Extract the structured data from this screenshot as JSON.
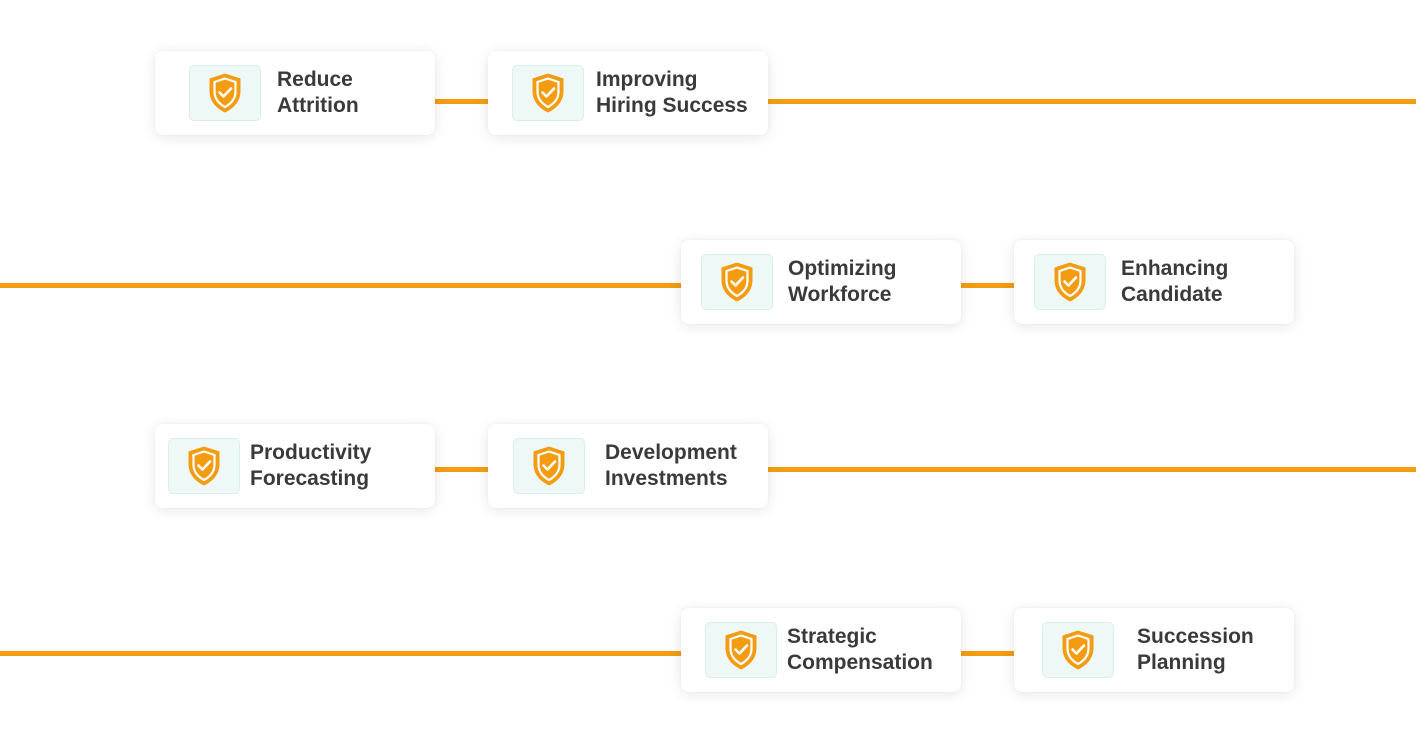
{
  "accent_color": "#f39c12",
  "icon": "shield-check-icon",
  "rows": [
    {
      "cards": [
        {
          "line1": "Reduce",
          "line2": "Attrition"
        },
        {
          "line1": "Improving",
          "line2": "Hiring Success"
        }
      ]
    },
    {
      "cards": [
        {
          "line1": "Optimizing",
          "line2": "Workforce"
        },
        {
          "line1": "Enhancing",
          "line2": "Candidate"
        }
      ]
    },
    {
      "cards": [
        {
          "line1": "Productivity",
          "line2": "Forecasting"
        },
        {
          "line1": "Development",
          "line2": "Investments"
        }
      ]
    },
    {
      "cards": [
        {
          "line1": "Strategic",
          "line2": "Compensation"
        },
        {
          "line1": "Succession",
          "line2": "Planning"
        }
      ]
    }
  ]
}
